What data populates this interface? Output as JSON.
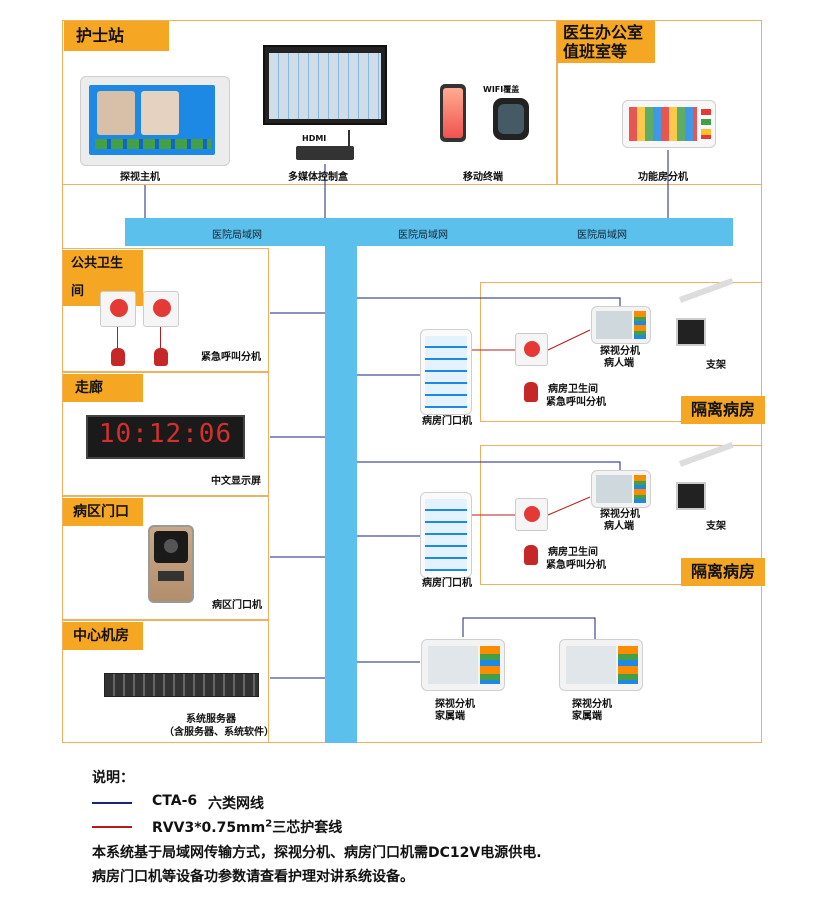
{
  "sections": {
    "nurse_station": "护士站",
    "doctor_office_line1": "医生办公室",
    "doctor_office_line2": "值班室等",
    "public_toilet": "公共卫生间",
    "corridor": "走廊",
    "ward_door": "病区门口",
    "machine_room": "中心机房"
  },
  "devices": {
    "visit_host": "探视主机",
    "media_box": "多媒体控制盒",
    "hdmi": "HDMI",
    "mobile_terminal": "移动终端",
    "wifi": "WIFI覆盖",
    "function_room_unit": "功能房分机",
    "emergency_call": "紧急呼叫分机",
    "clock_display": "10:12:06",
    "chinese_display": "中文显示屏",
    "ward_door_unit": "病区门口机",
    "server_line1": "系统服务器",
    "server_line2": "（含服务器、系统软件）",
    "room_door_unit": "病房门口机",
    "toilet_call_line1": "病房卫生间",
    "toilet_call_line2": "紧急呼叫分机",
    "patient_unit_line1": "探视分机",
    "patient_unit_line2": "病人端",
    "bracket": "支架",
    "family_unit_line1": "探视分机",
    "family_unit_line2": "家属端",
    "isolation_ward": "隔离病房"
  },
  "network": {
    "lan_1": "医院局域网",
    "lan_2": "医院局域网",
    "lan_3": "医院局域网"
  },
  "legend": {
    "title": "说明：",
    "cat6_code": "CTA-6",
    "cat6_desc": "六类网线",
    "rvv_text": "RVV3*0.75mm",
    "rvv_sup": "2",
    "rvv_desc": "三芯护套线",
    "note1": "本系统基于局域网传输方式，探视分机、病房门口机需DC12V电源供电.",
    "note2": "病房门口机等设备功参数请查看护理对讲系统设备。"
  },
  "colors": {
    "accent": "#f5a623",
    "lan_bar": "#5bc0eb",
    "cat6_line": "#1a237e",
    "rvv_line": "#b71c1c"
  }
}
